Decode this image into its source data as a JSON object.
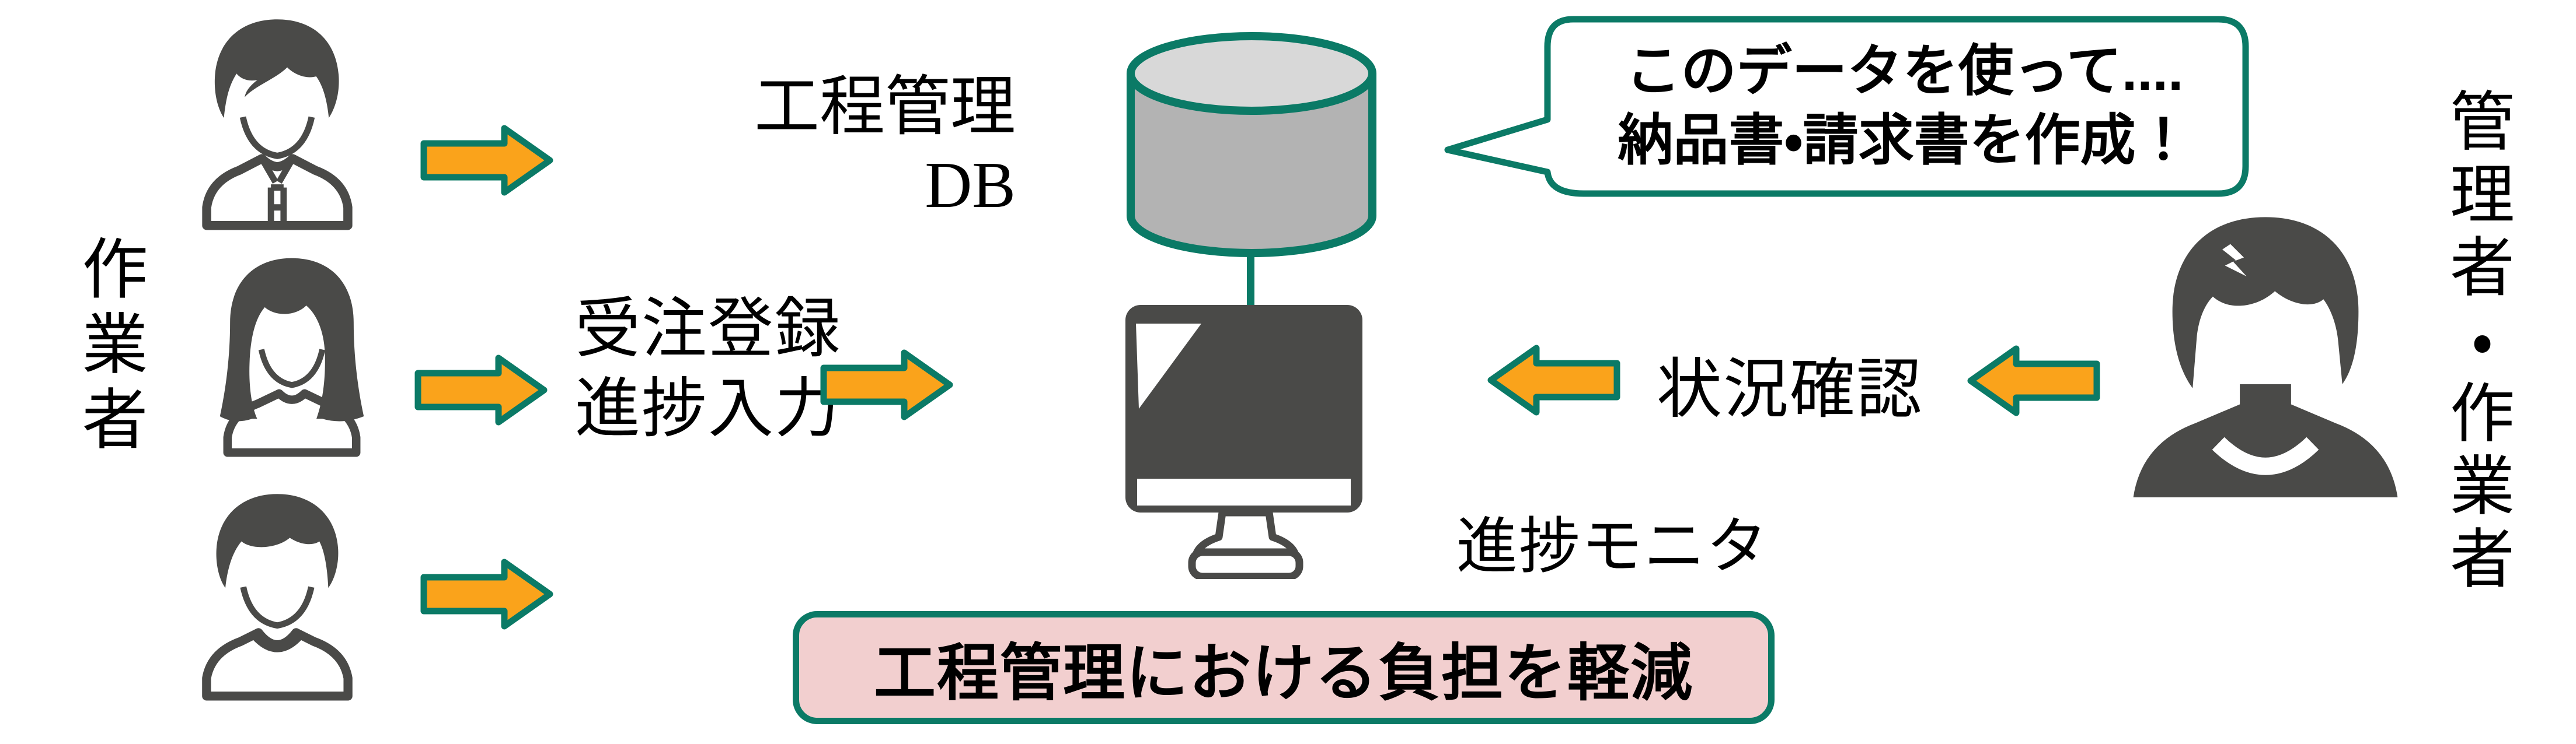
{
  "colors": {
    "teal": "#0b7a66",
    "orange": "#faa31b",
    "dark": "#4a4a48",
    "pink_fill": "#f2cfcf",
    "db_side": "#b3b3b3",
    "db_top": "#d8d8d8"
  },
  "left_group": {
    "label": "作業者",
    "workers": [
      {
        "icon": "person-male-outline-icon"
      },
      {
        "icon": "person-female-outline-icon"
      },
      {
        "icon": "person-male2-outline-icon"
      }
    ]
  },
  "flow": {
    "order_entry": {
      "line1": "受注登録",
      "line2": "進捗入力"
    },
    "status_check": "状況確認"
  },
  "database": {
    "label": "工程管理DB",
    "icon": "database-cylinder-icon"
  },
  "monitor": {
    "label": "進捗モニタ",
    "icon": "desktop-monitor-icon"
  },
  "speech_bubble": {
    "line1": "このデータを使って....",
    "line2": "納品書・請求書を作成！"
  },
  "right_group": {
    "label": "管理者・作業者",
    "icon": "person-filled-icon"
  },
  "banner": {
    "text": "工程管理における負担を軽減"
  }
}
